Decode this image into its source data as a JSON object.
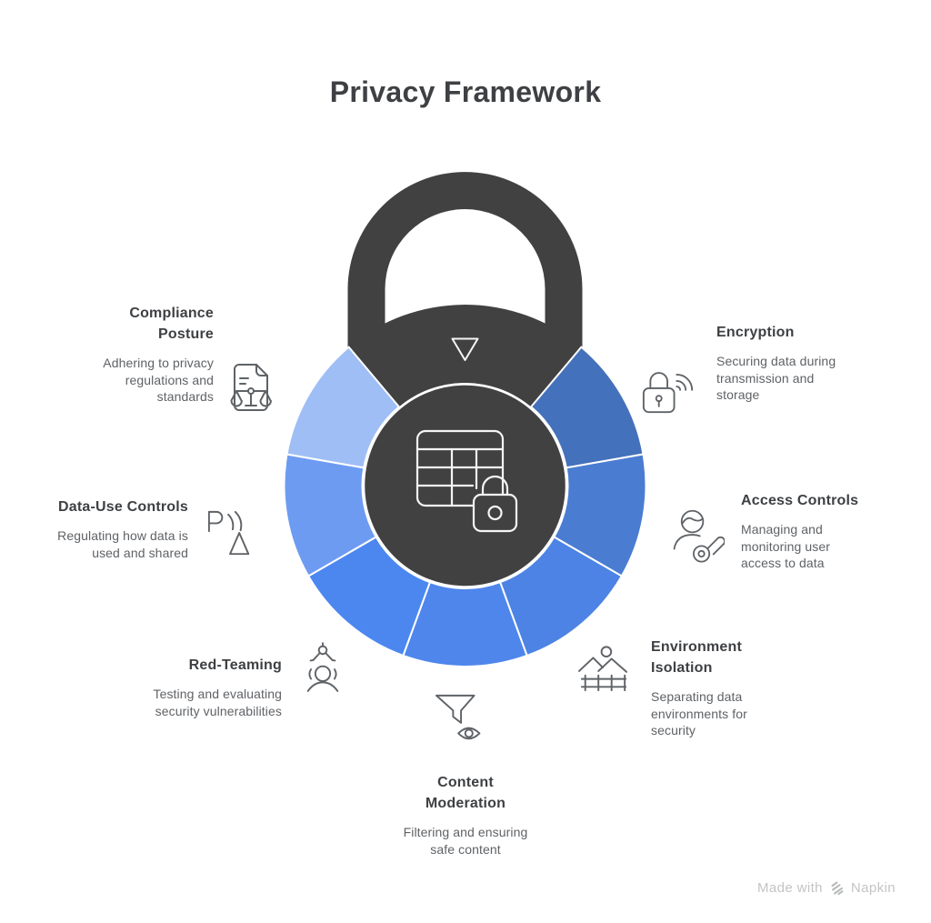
{
  "title": "Privacy Framework",
  "lock": {
    "color": "#414141",
    "center_icon": "data-table-with-lock",
    "pointer": "triangle-down"
  },
  "ring": {
    "segments": [
      {
        "label": "Compliance Posture",
        "color": "#9fbef5"
      },
      {
        "label": "Data-Use Controls",
        "color": "#6e9bf2"
      },
      {
        "label": "Red-Teaming",
        "color": "#4c87f0"
      },
      {
        "label": "Content Moderation",
        "color": "#4e86ec"
      },
      {
        "label": "Environment Isolation",
        "color": "#4c83e4"
      },
      {
        "label": "Access Controls",
        "color": "#4a7dd2"
      },
      {
        "label": "Encryption",
        "color": "#4471bb"
      }
    ]
  },
  "items": [
    {
      "name": "Compliance\nPosture",
      "description": "Adhering to privacy\nregulations and\nstandards",
      "icon": "scales-document-icon"
    },
    {
      "name": "Encryption",
      "description": "Securing data during\ntransmission and\nstorage",
      "icon": "lock-signal-icon"
    },
    {
      "name": "Data-Use Controls",
      "description": "Regulating how data is\nused and shared",
      "icon": "broadcast-cone-icon"
    },
    {
      "name": "Access Controls",
      "description": "Managing and\nmonitoring user\naccess to data",
      "icon": "user-key-icon"
    },
    {
      "name": "Red-Teaming",
      "description": "Testing and evaluating\nsecurity vulnerabilities",
      "icon": "claw-user-icon"
    },
    {
      "name": "Environment\nIsolation",
      "description": "Separating data\nenvironments for\nsecurity",
      "icon": "mountain-fence-icon"
    },
    {
      "name": "Content\nModeration",
      "description": "Filtering and ensuring\nsafe content",
      "icon": "funnel-eye-icon"
    }
  ],
  "watermark": {
    "prefix": "Made with",
    "brand": "Napkin"
  }
}
